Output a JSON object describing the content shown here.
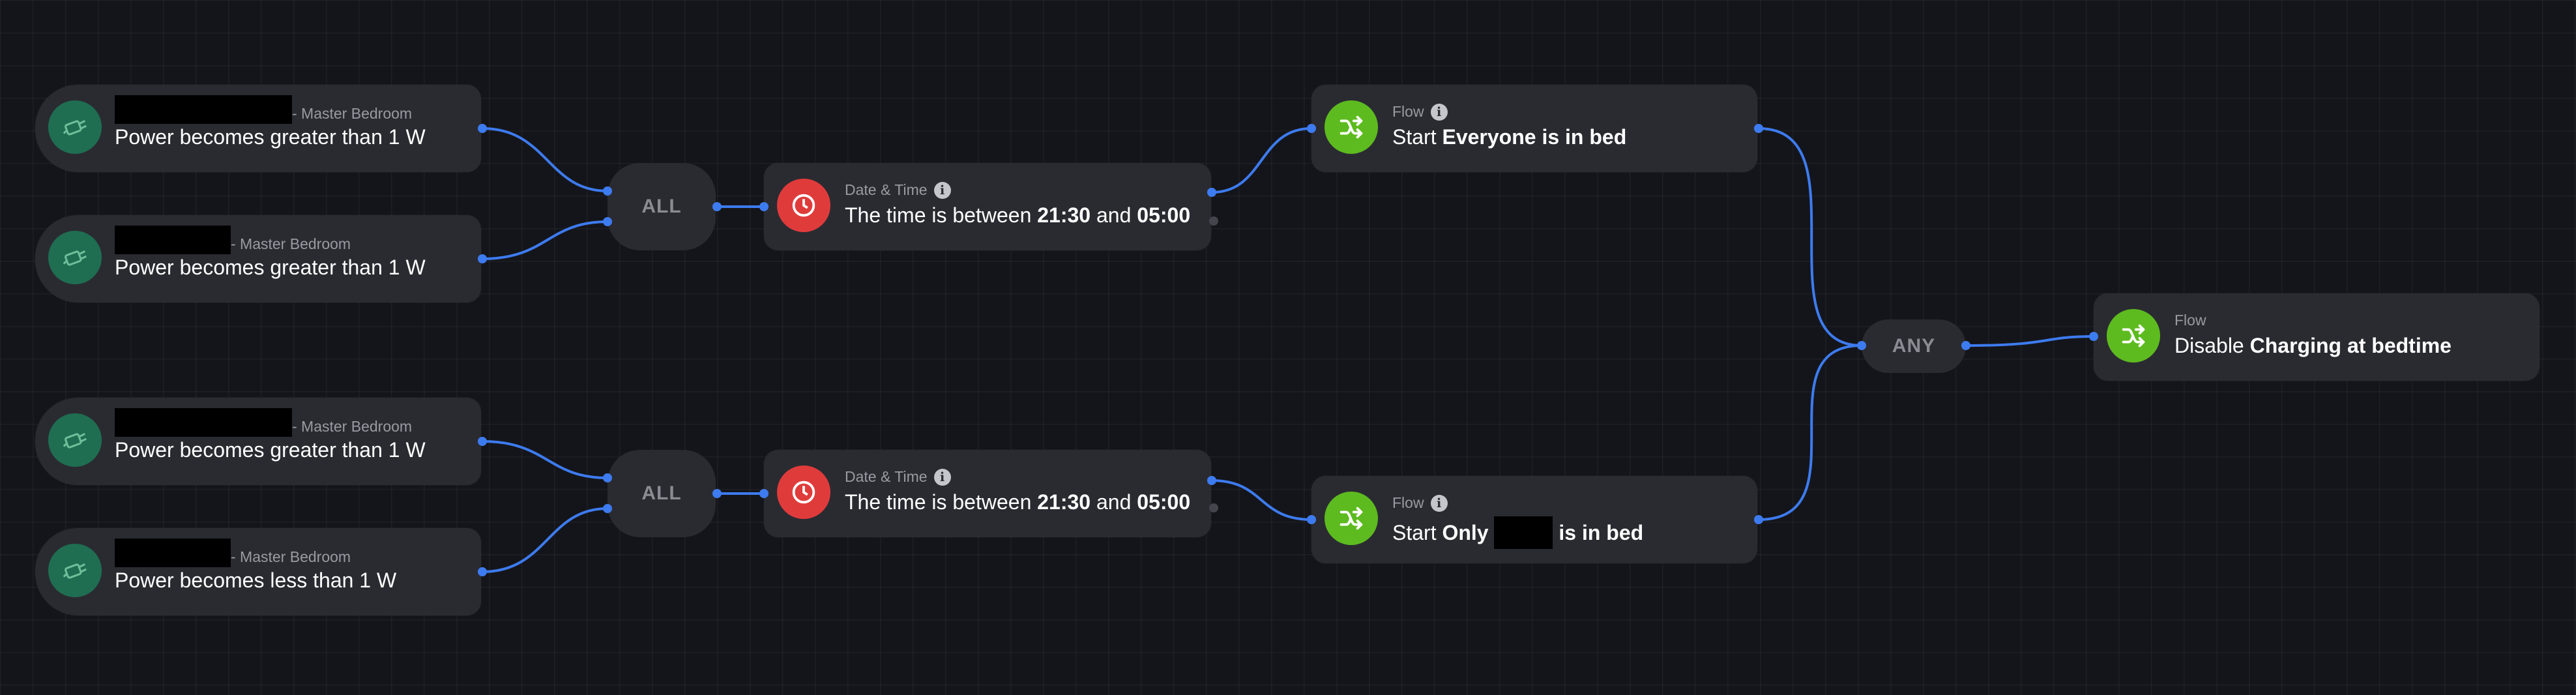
{
  "device_cards": [
    {
      "room": "- Master Bedroom",
      "condition": "Power becomes greater than 1 W",
      "icon": "plug-icon"
    },
    {
      "room": "- Master Bedroom",
      "condition": "Power becomes greater than 1 W",
      "icon": "plug-icon"
    },
    {
      "room": "- Master Bedroom",
      "condition": "Power becomes greater than 1 W",
      "icon": "plug-icon"
    },
    {
      "room": "- Master Bedroom",
      "condition": "Power becomes less than 1 W",
      "icon": "plug-icon"
    }
  ],
  "logic_gates": {
    "top": "ALL",
    "bottom": "ALL",
    "merge": "ANY"
  },
  "datetime_cards": [
    {
      "category": "Date & Time",
      "prefix": "The time is between",
      "start": "21:30",
      "joiner": "and",
      "end": "05:00",
      "icon": "clock-icon",
      "color": "#e03b3b"
    },
    {
      "category": "Date & Time",
      "prefix": "The time is between",
      "start": "21:30",
      "joiner": "and",
      "end": "05:00",
      "icon": "clock-icon",
      "color": "#e03b3b"
    }
  ],
  "flow_cards": {
    "everyone": {
      "category": "Flow",
      "verb": "Start",
      "name": "Everyone is in bed",
      "icon": "flow-shuffle-icon"
    },
    "only": {
      "category": "Flow",
      "verb": "Start",
      "name_before": "Only",
      "name_after": "is in bed",
      "icon": "flow-shuffle-icon"
    },
    "disable": {
      "category": "Flow",
      "verb": "Disable",
      "name": "Charging at bedtime",
      "icon": "flow-shuffle-icon"
    }
  },
  "colors": {
    "wire": "#3d7bf0",
    "canvas": "#14151a",
    "card": "#2a2b31",
    "flow_accent": "#5dbb1f",
    "device_accent": "#1f6e52"
  }
}
